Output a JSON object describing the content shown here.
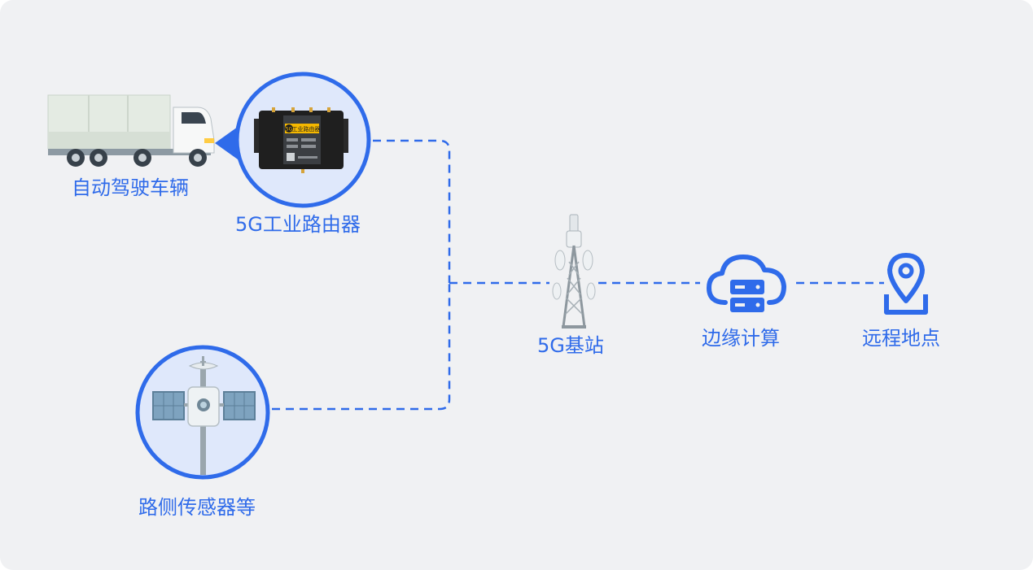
{
  "nodes": {
    "vehicle": "自动驾驶车辆",
    "router": "5G工业路由器",
    "sensor": "路侧传感器等",
    "base_station": "5G基站",
    "edge": "边缘计算",
    "remote": "远程地点"
  },
  "router_device_text": {
    "badge": "5G",
    "title": "工业路由器"
  },
  "colors": {
    "accent": "#2f6bea",
    "background": "#f0f1f3",
    "circle_fill": "#dfe8fb"
  },
  "icons": [
    "truck-icon",
    "router-device-icon",
    "roadside-sensor-icon",
    "cell-tower-icon",
    "cloud-server-icon",
    "location-pin-icon"
  ]
}
